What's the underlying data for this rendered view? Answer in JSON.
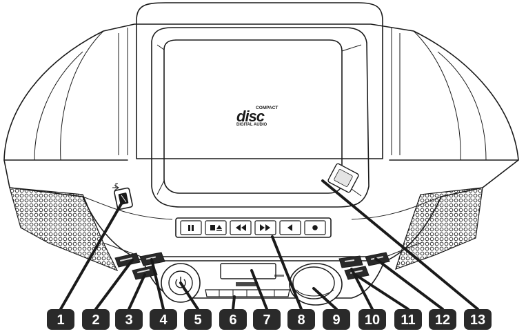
{
  "logo": {
    "top": "COMPACT",
    "mark": "disc",
    "bottom": "DIGITAL AUDIO"
  },
  "callouts": [
    "1",
    "2",
    "3",
    "4",
    "5",
    "6",
    "7",
    "8",
    "9",
    "10",
    "11",
    "12",
    "13"
  ],
  "colors": {
    "line": "#1a1a1a",
    "badge": "#2a2a2a",
    "badge_text": "#ffffff",
    "background": "#ffffff"
  },
  "buttons": {
    "pause": "pause-icon",
    "stop_eject": "stop-eject-icon",
    "rewind": "rewind-icon",
    "fast_forward": "fast-forward-icon",
    "play": "play-icon",
    "record": "record-icon"
  }
}
